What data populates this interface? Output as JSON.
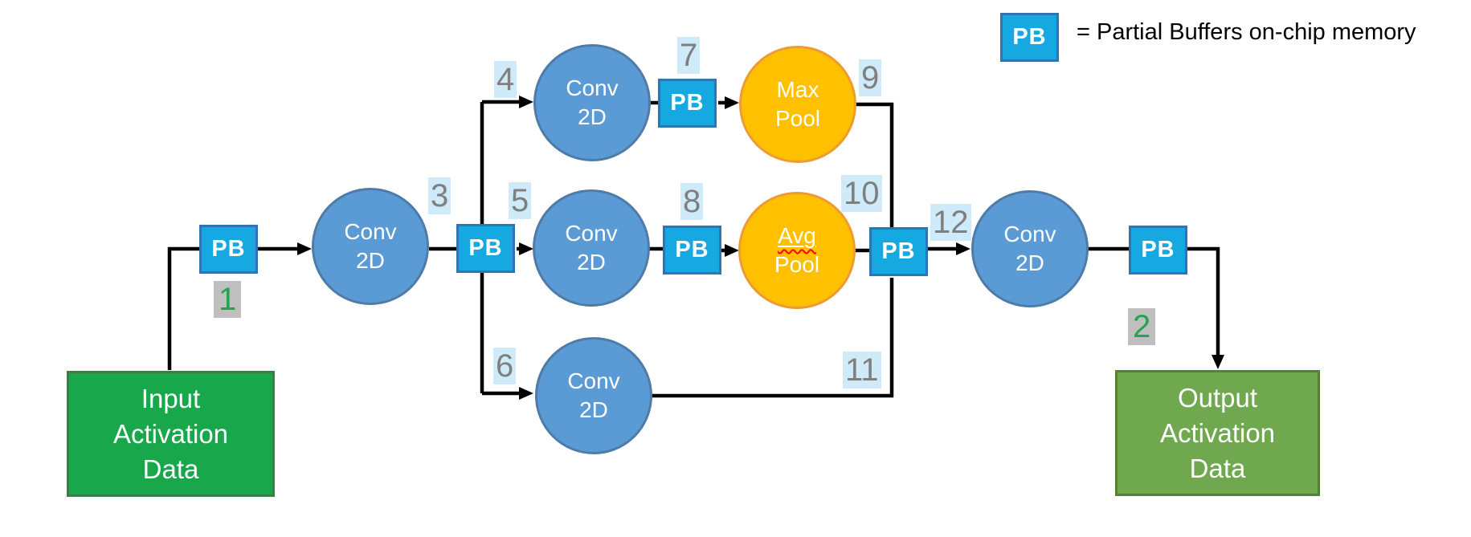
{
  "legend": {
    "pb": "PB",
    "text": "= Partial Buffers on-chip memory"
  },
  "pb": "PB",
  "boxes": {
    "input": {
      "line1": "Input",
      "line2": "Activation",
      "line3": "Data"
    },
    "output": {
      "line1": "Output",
      "line2": "Activation",
      "line3": "Data"
    }
  },
  "ops": {
    "conv": {
      "line1": "Conv",
      "line2": "2D"
    },
    "max_pool": {
      "line1": "Max",
      "line2": "Pool"
    },
    "avg_pool": {
      "line1": "Avg",
      "line2": "Pool"
    }
  },
  "steps": {
    "s1": "1",
    "s2": "2",
    "s3": "3",
    "s4": "4",
    "s5": "5",
    "s6": "6",
    "s7": "7",
    "s8": "8",
    "s9": "9",
    "s10": "10",
    "s11": "11",
    "s12": "12"
  },
  "colors": {
    "pb_fill": "#16A9E1",
    "pb_border": "#2E75B6",
    "conv_fill": "#5B9BD5",
    "conv_border": "#4F7BA8",
    "pool_fill": "#FFC000",
    "pool_border": "#ED9B33",
    "input_fill": "#18A74B",
    "input_border": "#3F7D46",
    "output_fill": "#6FA84F",
    "output_border": "#538135",
    "step_text": "#7F7F7F",
    "step_bg": "#CFEAF8",
    "io_step_text": "#21A54D",
    "io_step_bg": "#BFBFBF",
    "connector": "#000000",
    "node_text": "#FFFFFF",
    "legend_text": "#000000",
    "squiggle": "#FF0000"
  }
}
